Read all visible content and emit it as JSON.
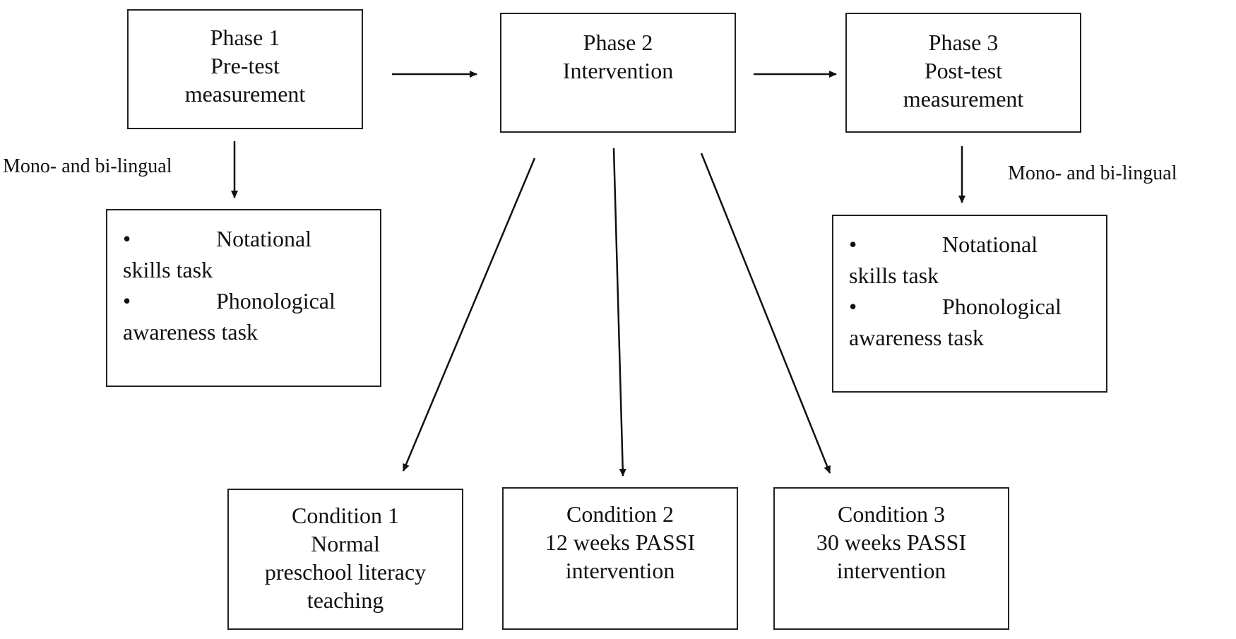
{
  "phases": [
    {
      "lines": [
        "Phase 1",
        "Pre-test",
        "measurement"
      ]
    },
    {
      "lines": [
        "Phase 2",
        "Intervention"
      ]
    },
    {
      "lines": [
        "Phase 3",
        "Post-test",
        "measurement"
      ]
    }
  ],
  "side_labels": {
    "left": "Mono- and bi-lingual",
    "right": "Mono- and bi-lingual"
  },
  "pre_tasks": [
    {
      "bullet": "•",
      "first_word": "Notational",
      "rest": "skills task"
    },
    {
      "bullet": "•",
      "first_word": "Phonological",
      "rest": "awareness task"
    }
  ],
  "post_tasks": [
    {
      "bullet": "•",
      "first_word": "Notational",
      "rest": "skills task"
    },
    {
      "bullet": "•",
      "first_word": "Phonological",
      "rest": "awareness task"
    }
  ],
  "conditions": [
    {
      "lines": [
        "Condition 1",
        "Normal",
        "preschool literacy",
        "teaching"
      ]
    },
    {
      "lines": [
        "Condition 2",
        "12 weeks PASSI",
        "intervention"
      ]
    },
    {
      "lines": [
        "Condition 3",
        "30 weeks PASSI",
        "intervention"
      ]
    }
  ]
}
